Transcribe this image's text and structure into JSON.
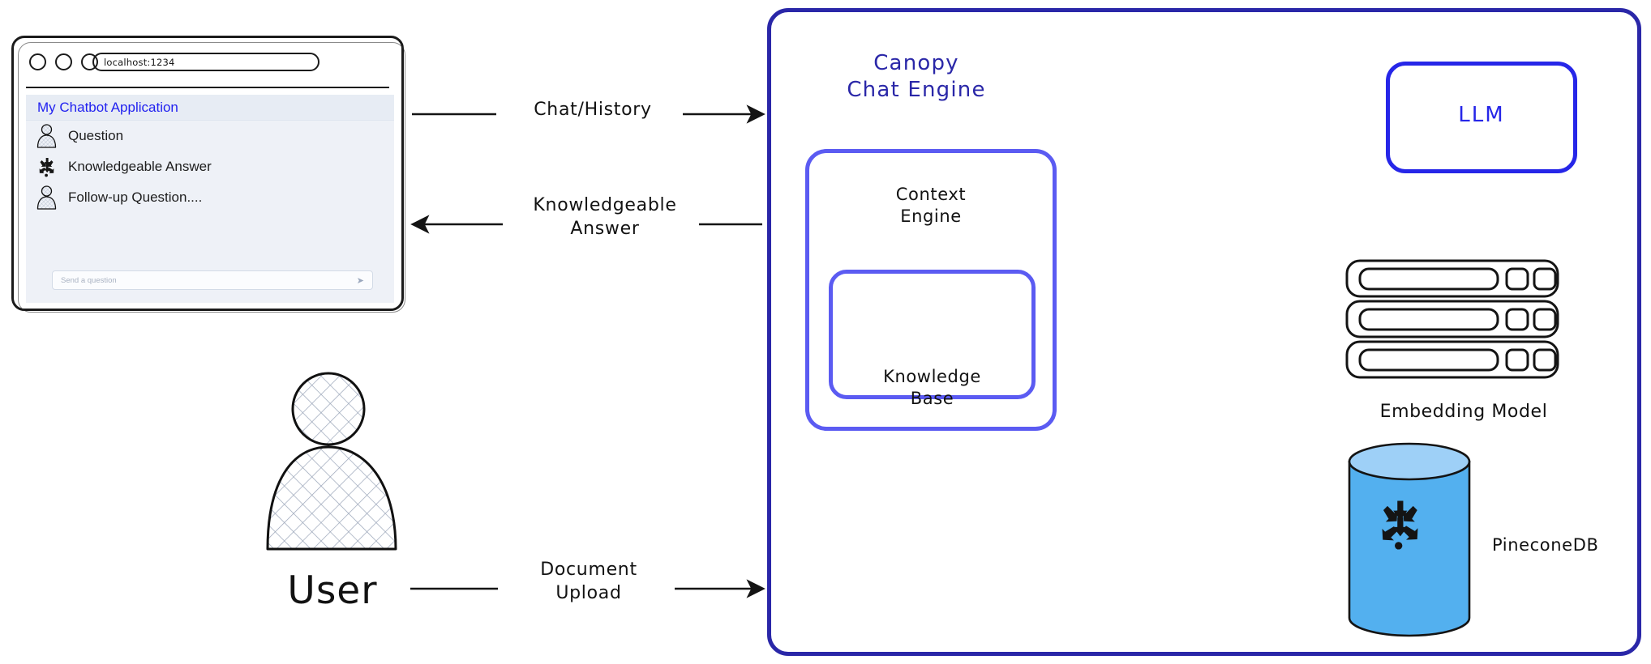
{
  "browser": {
    "url": "localhost:1234",
    "window_dots": [
      "close-dot",
      "minimize-dot",
      "maximize-dot"
    ],
    "app_title": "My Chatbot Application",
    "messages": [
      {
        "icon": "user-avatar-icon",
        "text": "Question"
      },
      {
        "icon": "pinecone-logo-icon",
        "text": "Knowledgeable Answer"
      },
      {
        "icon": "user-avatar-icon",
        "text": "Follow-up Question...."
      }
    ],
    "composer": {
      "placeholder": "Send a question",
      "send_icon": "send-icon"
    }
  },
  "actor": {
    "label": "User",
    "icon": "person-icon"
  },
  "flows": [
    {
      "id": "chat-history",
      "label": "Chat/History",
      "direction": "right"
    },
    {
      "id": "knowledgeable-answer",
      "label": "Knowledgeable\nAnswer",
      "direction": "left"
    },
    {
      "id": "document-upload",
      "label": "Document\nUpload",
      "direction": "right"
    }
  ],
  "engine": {
    "title": "Canopy\nChat Engine",
    "context_engine": {
      "label": "Context\nEngine"
    },
    "knowledge_base": {
      "label": "Knowledge\nBase"
    }
  },
  "services": {
    "llm": {
      "label": "LLM"
    },
    "embedding_model": {
      "label": "Embedding Model",
      "icon": "server-rack-icon",
      "rack_count": 3
    },
    "vector_db": {
      "label": "PineconeDB",
      "icon": "database-cylinder-icon",
      "logo": "pinecone-burst-icon"
    }
  },
  "colors": {
    "canopy_border": "#2a27a8",
    "inner_border": "#5b5bf2",
    "llm_border": "#2626e8",
    "app_title": "#2222f0",
    "pinecone_fill": "#53b0ef",
    "pinecone_top": "#9ed0f7",
    "chat_bg": "#eef1f7",
    "ink": "#121212"
  }
}
